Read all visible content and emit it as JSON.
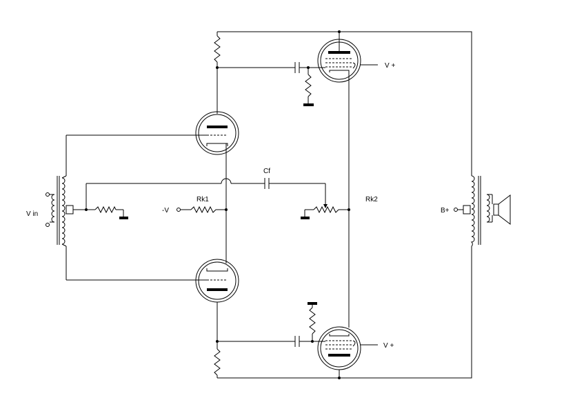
{
  "labels": {
    "v_in": "V in",
    "rk1": "Rk1",
    "neg_v": "-V",
    "cf": "Cf",
    "rk2": "Rk2",
    "b_plus": "B+",
    "v_plus_top": "V +",
    "v_plus_bottom": "V +"
  }
}
